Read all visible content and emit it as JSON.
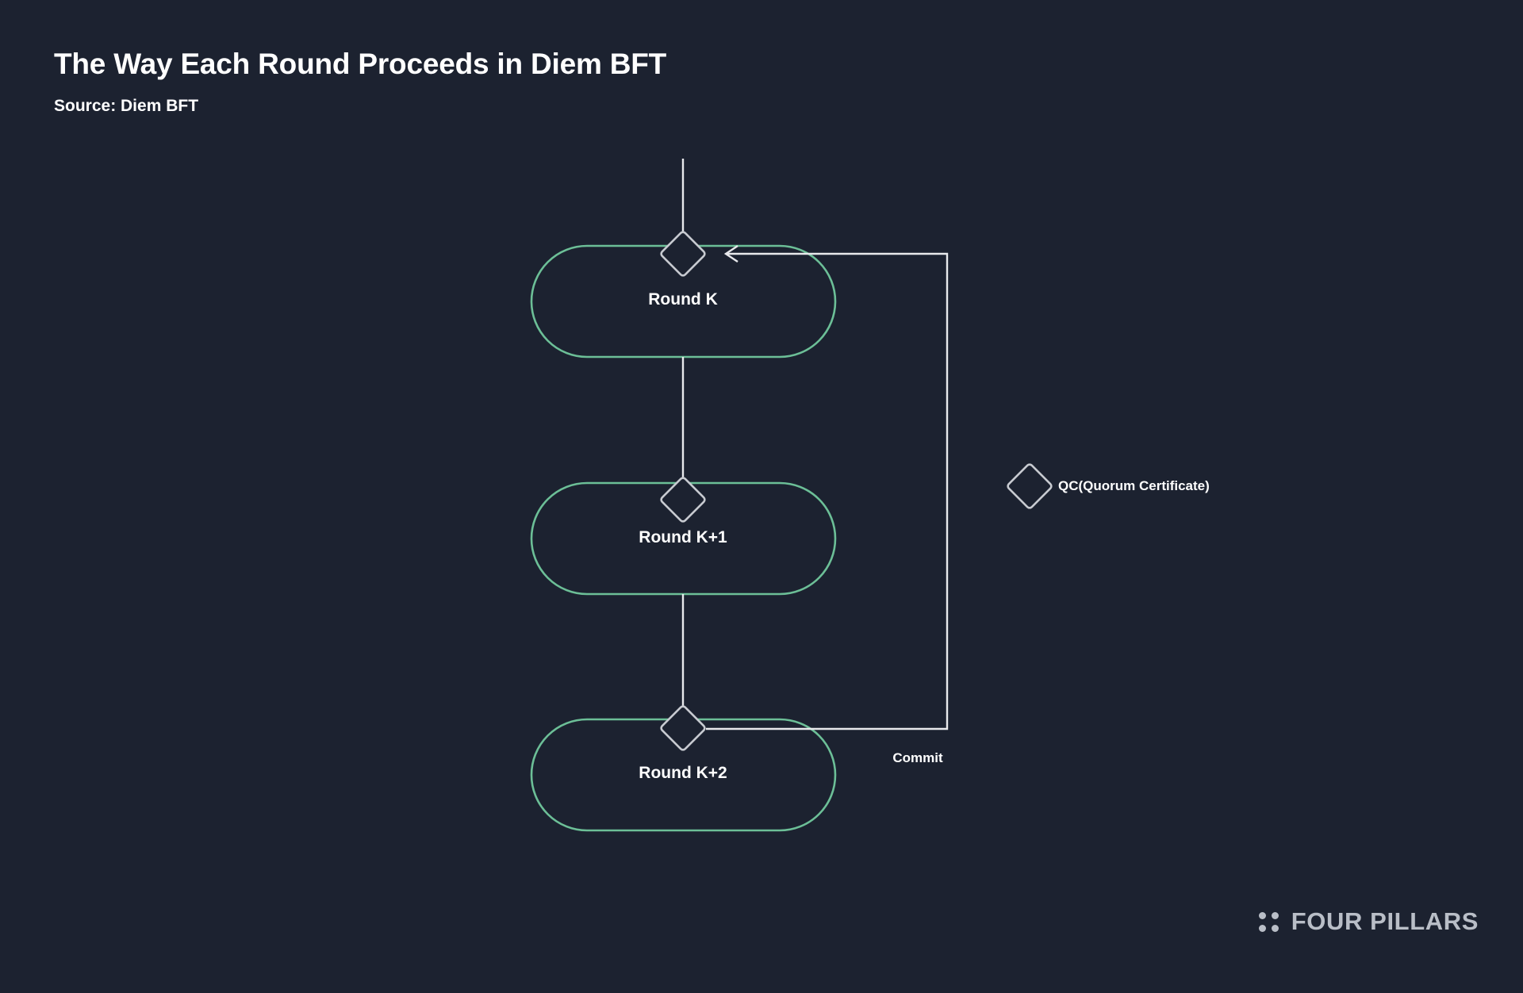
{
  "theme": {
    "background": "#1c2230",
    "node_stroke": "#6cbf97",
    "connector_stroke": "#e8e9ec",
    "diamond_stroke": "#c7cad0",
    "text": "#ffffff",
    "brand": "#b9bec7"
  },
  "header": {
    "title": "The Way Each Round Proceeds in Diem BFT",
    "subtitle": "Source: Diem BFT"
  },
  "diagram": {
    "nodes": [
      {
        "id": "round-k",
        "label": "Round K"
      },
      {
        "id": "round-k1",
        "label": "Round K+1"
      },
      {
        "id": "round-k2",
        "label": "Round K+2"
      }
    ],
    "edges": [
      {
        "id": "inflow",
        "label": ""
      },
      {
        "id": "k-to-k1",
        "label": ""
      },
      {
        "id": "k1-to-k2",
        "label": ""
      },
      {
        "id": "commit-return",
        "label": "Commit"
      }
    ],
    "legend": [
      {
        "id": "qc",
        "symbol": "diamond",
        "label": "QC(Quorum Certificate)"
      }
    ]
  },
  "footer": {
    "brand_name": "FOUR PILLARS"
  }
}
